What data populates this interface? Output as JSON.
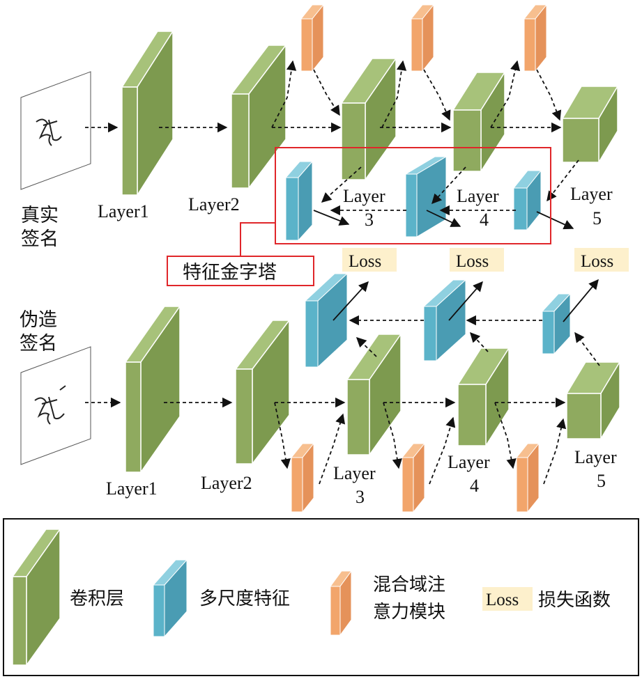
{
  "top_row": {
    "input_label_line1": "真实",
    "input_label_line2": "签名",
    "layer1": "Layer1",
    "layer2": "Layer2",
    "layer3_line1": "Layer",
    "layer3_line2": "3",
    "layer4_line1": "Layer",
    "layer4_line2": "4",
    "layer5_line1": "Layer",
    "layer5_line2": "5",
    "pyramid_label": "特征金字塔"
  },
  "loss_labels": [
    "Loss",
    "Loss",
    "Loss"
  ],
  "bottom_row": {
    "input_label_line1": "伪造",
    "input_label_line2": "签名",
    "layer1": "Layer1",
    "layer2": "Layer2",
    "layer3_line1": "Layer",
    "layer3_line2": "3",
    "layer4_line1": "Layer",
    "layer4_line2": "4",
    "layer5_line1": "Layer",
    "layer5_line2": "5"
  },
  "legend": {
    "conv_layer": "卷积层",
    "multiscale_feature": "多尺度特征",
    "attention_line1": "混合域注",
    "attention_line2": "意力模块",
    "loss_badge": "Loss",
    "loss_desc": "损失函数"
  },
  "colors": {
    "conv": "#8faa5f",
    "conv_side": "#7d9a4f",
    "feature": "#5bb3c9",
    "feature_side": "#4a9cb3",
    "attention": "#f2a56b",
    "attention_side": "#e5925a",
    "loss_bg": "#fdf0cc",
    "highlight": "#e0262a"
  }
}
